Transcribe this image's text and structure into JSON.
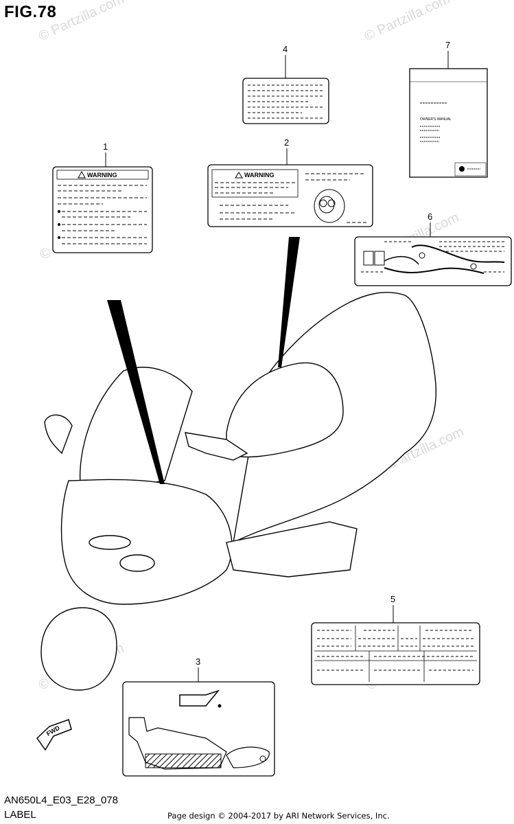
{
  "figure": {
    "title": "FIG.78",
    "code": "AN650L4_E03_E28_078",
    "subtitle": "LABEL"
  },
  "callouts": [
    "1",
    "2",
    "3",
    "4",
    "5",
    "6",
    "7"
  ],
  "label_texts": {
    "warning": "WARNING",
    "owners_manual": "OWNER'S MANUAL",
    "fwd": "FWD"
  },
  "watermark": "© Partzilla.com",
  "credit": "Page design © 2004-2017 by ARI Network Services, Inc."
}
